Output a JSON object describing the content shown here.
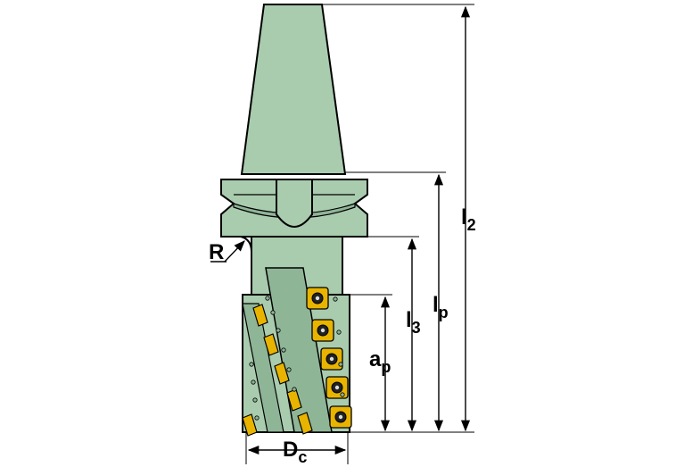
{
  "colors": {
    "body": "#a9ccae",
    "body_dark": "#8fb597",
    "insert": "#e8b400",
    "insert_dark": "#a07a00",
    "line": "#000000"
  },
  "labels": {
    "l2": {
      "main": "l",
      "sub": "2"
    },
    "lp": {
      "main": "l",
      "sub": "p"
    },
    "l3": {
      "main": "l",
      "sub": "3"
    },
    "ap": {
      "main": "a",
      "sub": "p"
    },
    "dc": {
      "main": "D",
      "sub": "c"
    },
    "r": {
      "main": "R"
    }
  }
}
